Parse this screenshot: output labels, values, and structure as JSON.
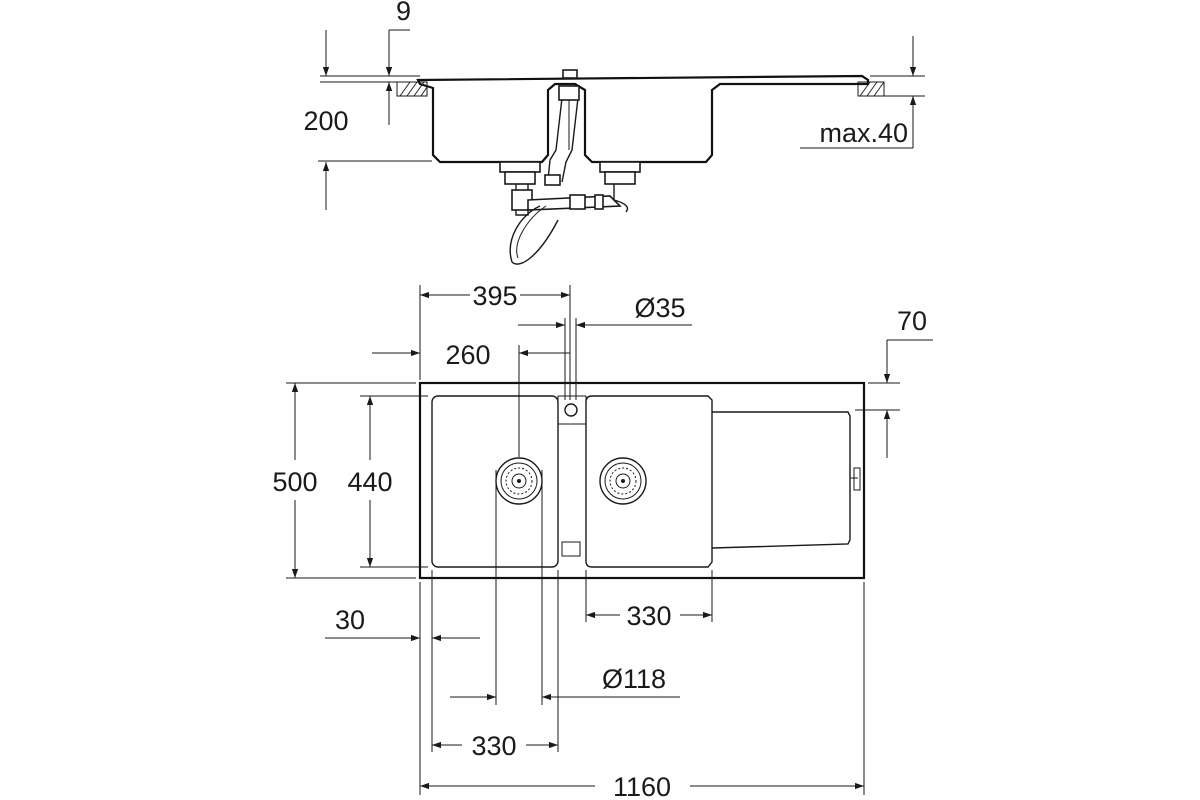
{
  "side_view": {
    "dim_rim": "9",
    "dim_depth": "200",
    "dim_worktop": "max.40"
  },
  "top_view": {
    "dim_tap_offset": "395",
    "dim_tap_hole": "Ø35",
    "dim_small_drain": "260",
    "dim_edge_top": "70",
    "dim_total_depth": "500",
    "dim_bowl_depth": "440",
    "dim_left_margin": "30",
    "dim_bowl2_width": "330",
    "dim_drain_dia": "Ø118",
    "dim_bowl1_width": "330",
    "dim_total_width": "1160"
  }
}
